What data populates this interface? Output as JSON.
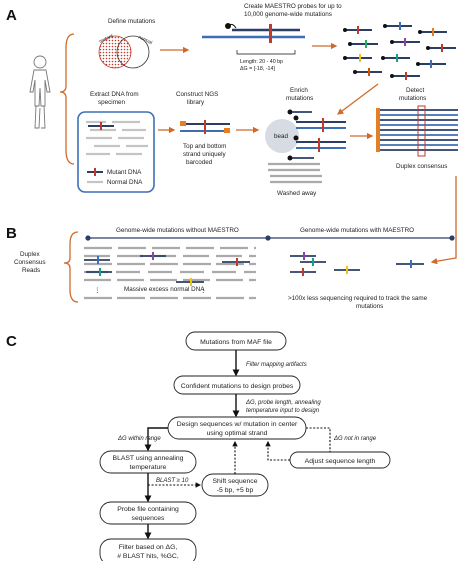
{
  "panels": {
    "a": "A",
    "b": "B",
    "c": "C"
  },
  "a": {
    "define_mutations": "Define mutations",
    "venn_left": "mutant",
    "venn_right": "normal",
    "create_probes_1": "Create MAESTRO probes for up to",
    "create_probes_2": "10,000 genome-wide mutations",
    "probe_len": "Length: 20 - 40 bp",
    "probe_dg": "ΔG = [-18, -14]",
    "extract_1": "Extract DNA from",
    "extract_2": "specimen",
    "construct_1": "Construct NGS",
    "construct_2": "library",
    "enrich_1": "Enrich",
    "enrich_2": "mutations",
    "detect_1": "Detect",
    "detect_2": "mutations",
    "bead": "bead",
    "mutant_dna": "Mutant DNA",
    "normal_dna": "Normal DNA",
    "topbottom_1": "Top and bottom",
    "topbottom_2": "strand uniquely",
    "topbottom_3": "barcoded",
    "washed": "Washed away",
    "duplex": "Duplex consensus"
  },
  "b": {
    "side_1": "Duplex",
    "side_2": "Consensus",
    "side_3": "Reads",
    "without": "Genome-wide mutations without MAESTRO",
    "with": "Genome-wide mutations with MAESTRO",
    "massive": "Massive excess normal DNA",
    "less_1": ">100x less sequencing required to track the same",
    "less_2": "mutations"
  },
  "c": {
    "maf": "Mutations from MAF file",
    "filter_artifacts": "Filter mapping artifacts",
    "confident": "Confident mutations to design probes",
    "dg_1": "ΔG, probe length, annealing",
    "dg_2": "temperature input to design",
    "design_1": "Design sequences w/ mutation in center",
    "design_2": "using optimal strand",
    "dg_within": "ΔG within range",
    "dg_not": "ΔG not in range",
    "adjust": "Adjust sequence length",
    "blast_1": "BLAST using annealing",
    "blast_2": "temperature",
    "blast_cond": "BLAST ≥ 10",
    "shift_1": "Shift sequence",
    "shift_2": "-5 bp, +5 bp",
    "probe_1": "Probe file containing",
    "probe_2": "sequences",
    "filter_1": "Filter based on ΔG,",
    "filter_2": "# BLAST hits, %GC,"
  },
  "colors": {
    "orange": "#d06a2a",
    "blue": "#3d6fb6",
    "navy": "#2c3e66",
    "red": "#c0392b",
    "grey": "#aaaaaa"
  }
}
